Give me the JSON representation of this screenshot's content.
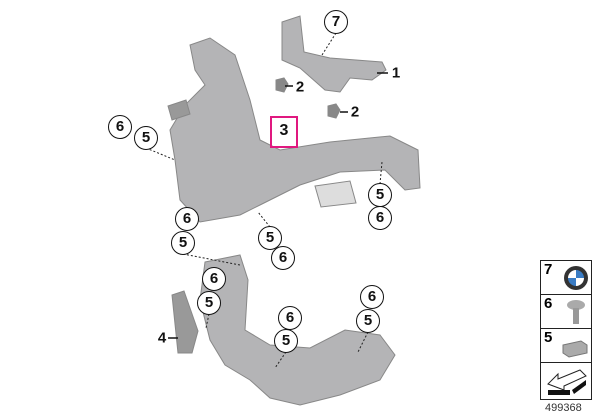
{
  "callouts": [
    {
      "id": "p7-top",
      "text": "7"
    },
    {
      "id": "p6-left",
      "text": "6"
    },
    {
      "id": "p5-left",
      "text": "5"
    },
    {
      "id": "p5-right",
      "text": "5"
    },
    {
      "id": "p6-right",
      "text": "6"
    },
    {
      "id": "p6-mid",
      "text": "6"
    },
    {
      "id": "p5-mid",
      "text": "5"
    },
    {
      "id": "p5-center",
      "text": "5"
    },
    {
      "id": "p6-center",
      "text": "6"
    },
    {
      "id": "p6-low",
      "text": "6"
    },
    {
      "id": "p5-low",
      "text": "5"
    },
    {
      "id": "p6-bot",
      "text": "6"
    },
    {
      "id": "p5-bot",
      "text": "5"
    },
    {
      "id": "p6-br",
      "text": "6"
    },
    {
      "id": "p5-br",
      "text": "5"
    }
  ],
  "leaders": {
    "part1": "1",
    "part2a": "2",
    "part2b": "2",
    "part4": "4"
  },
  "highlighted_part": "3",
  "legend": [
    {
      "number": "7",
      "icon": "bmw-emblem-icon"
    },
    {
      "number": "6",
      "icon": "screw-icon"
    },
    {
      "number": "5",
      "icon": "clip-nut-icon"
    }
  ],
  "catalog_number": "499368"
}
